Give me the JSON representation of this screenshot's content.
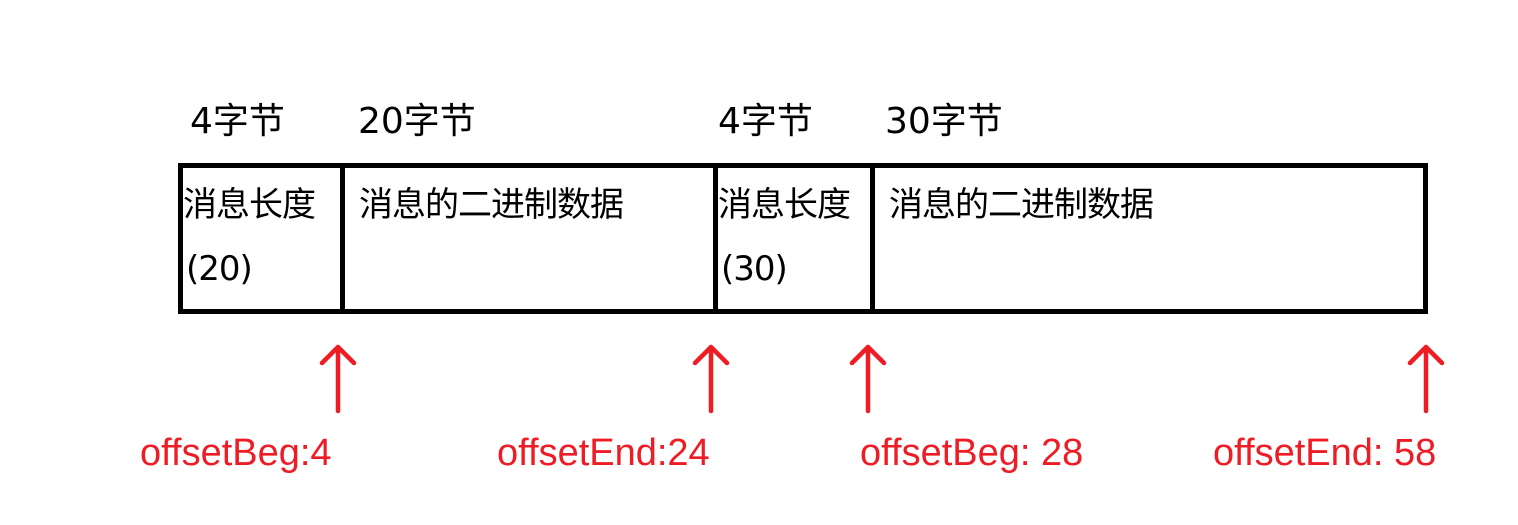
{
  "colors": {
    "text": "#000000",
    "border": "#000000",
    "accent": "#ee1c25",
    "background": "#ffffff"
  },
  "size_labels": [
    "4字节",
    "20字节",
    "4字节",
    "30字节"
  ],
  "segments": [
    {
      "line1": "消息长度",
      "line2": "(20)"
    },
    {
      "line1": "消息的二进制数据",
      "line2": ""
    },
    {
      "line1": "消息长度",
      "line2": "(30)"
    },
    {
      "line1": "消息的二进制数据",
      "line2": ""
    }
  ],
  "marker_icon": "up-arrow-icon",
  "offset_labels": [
    "offsetBeg:4",
    "offsetEnd:24",
    "offsetBeg: 28",
    "offsetEnd: 58"
  ]
}
